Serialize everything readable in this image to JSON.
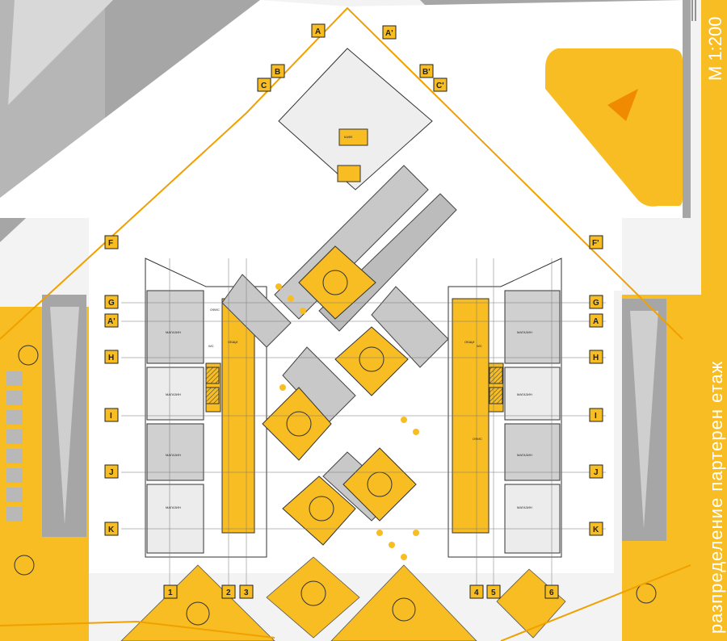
{
  "scale_label": "М 1:200",
  "title": "разпределение партерен етаж",
  "rooms": {
    "cafe": "КАФЕ",
    "shop": "МАГАЗИН",
    "office": "ОФИС",
    "wc": "WC",
    "common": "ОБЩИ"
  },
  "grid_labels": {
    "top": [
      "A",
      "A'",
      "B",
      "B'",
      "C",
      "C'"
    ],
    "rows_left": [
      "F",
      "G",
      "A'",
      "H",
      "I",
      "J",
      "K"
    ],
    "rows_right": [
      "F'",
      "G",
      "A",
      "H",
      "I",
      "J",
      "K"
    ],
    "columns_bottom": [
      "1",
      "2",
      "3",
      "4",
      "5",
      "6"
    ]
  },
  "colors": {
    "accent_yellow": "#f7bd22",
    "road_gray": "#a6a6a6",
    "building_gray": "#d0d0d0",
    "line_orange": "#f0a000"
  }
}
